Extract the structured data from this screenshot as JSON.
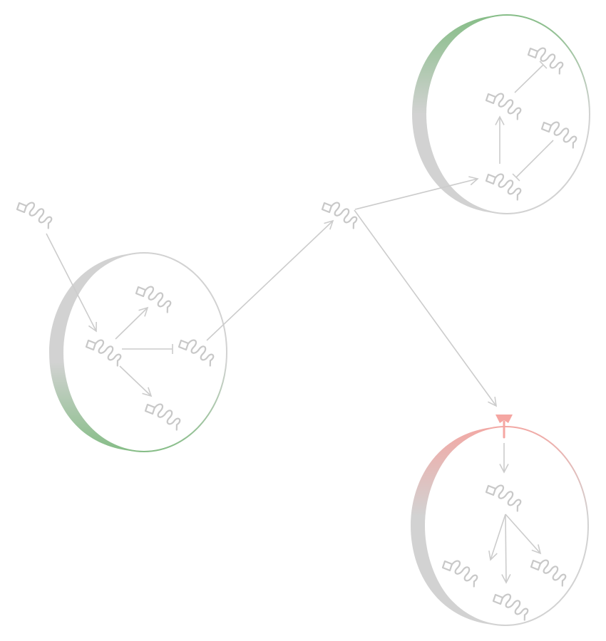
{
  "colors": {
    "edge": "#cccccc",
    "protein": "#c8c8c8",
    "green_accent": "#86bd87",
    "pink_accent": "#f2a8a4",
    "receptor": "#f5a6a2",
    "cell_base": "#d2d2d2"
  },
  "icons": {
    "protein": "helix-protein-icon",
    "receptor": "receptor-icon"
  },
  "cells": [
    {
      "id": "cell-left",
      "accent": "green_accent",
      "accent_side": "bottom"
    },
    {
      "id": "cell-top",
      "accent": "green_accent",
      "accent_side": "top"
    },
    {
      "id": "cell-bottom",
      "accent": "pink_accent",
      "accent_side": "top"
    }
  ],
  "nodes": [
    {
      "id": "p-outer-left"
    },
    {
      "id": "p-hub"
    },
    {
      "id": "p-l-main"
    },
    {
      "id": "p-l-up"
    },
    {
      "id": "p-l-right"
    },
    {
      "id": "p-l-down"
    },
    {
      "id": "p-t-top"
    },
    {
      "id": "p-t-mid"
    },
    {
      "id": "p-t-right"
    },
    {
      "id": "p-t-bottom"
    },
    {
      "id": "p-b-top"
    },
    {
      "id": "p-b-left"
    },
    {
      "id": "p-b-mid"
    },
    {
      "id": "p-b-right"
    }
  ],
  "edges": [
    {
      "from": "p-outer-left",
      "to": "p-l-main",
      "type": "activation"
    },
    {
      "from": "p-l-main",
      "to": "p-l-up",
      "type": "activation"
    },
    {
      "from": "p-l-main",
      "to": "p-l-right",
      "type": "inhibition"
    },
    {
      "from": "p-l-main",
      "to": "p-l-down",
      "type": "activation"
    },
    {
      "from": "p-l-right",
      "to": "p-hub",
      "type": "activation"
    },
    {
      "from": "p-hub",
      "to": "p-t-bottom",
      "type": "activation"
    },
    {
      "from": "p-t-bottom",
      "to": "p-t-mid",
      "type": "activation"
    },
    {
      "from": "p-t-mid",
      "to": "p-t-top",
      "type": "inhibition"
    },
    {
      "from": "p-t-right",
      "to": "p-t-bottom",
      "type": "inhibition"
    },
    {
      "from": "p-hub",
      "to": "receptor",
      "type": "activation"
    },
    {
      "from": "receptor",
      "to": "p-b-top",
      "type": "activation"
    },
    {
      "from": "p-b-top",
      "to": "p-b-left",
      "type": "activation"
    },
    {
      "from": "p-b-top",
      "to": "p-b-mid",
      "type": "activation"
    },
    {
      "from": "p-b-top",
      "to": "p-b-right",
      "type": "activation"
    }
  ]
}
